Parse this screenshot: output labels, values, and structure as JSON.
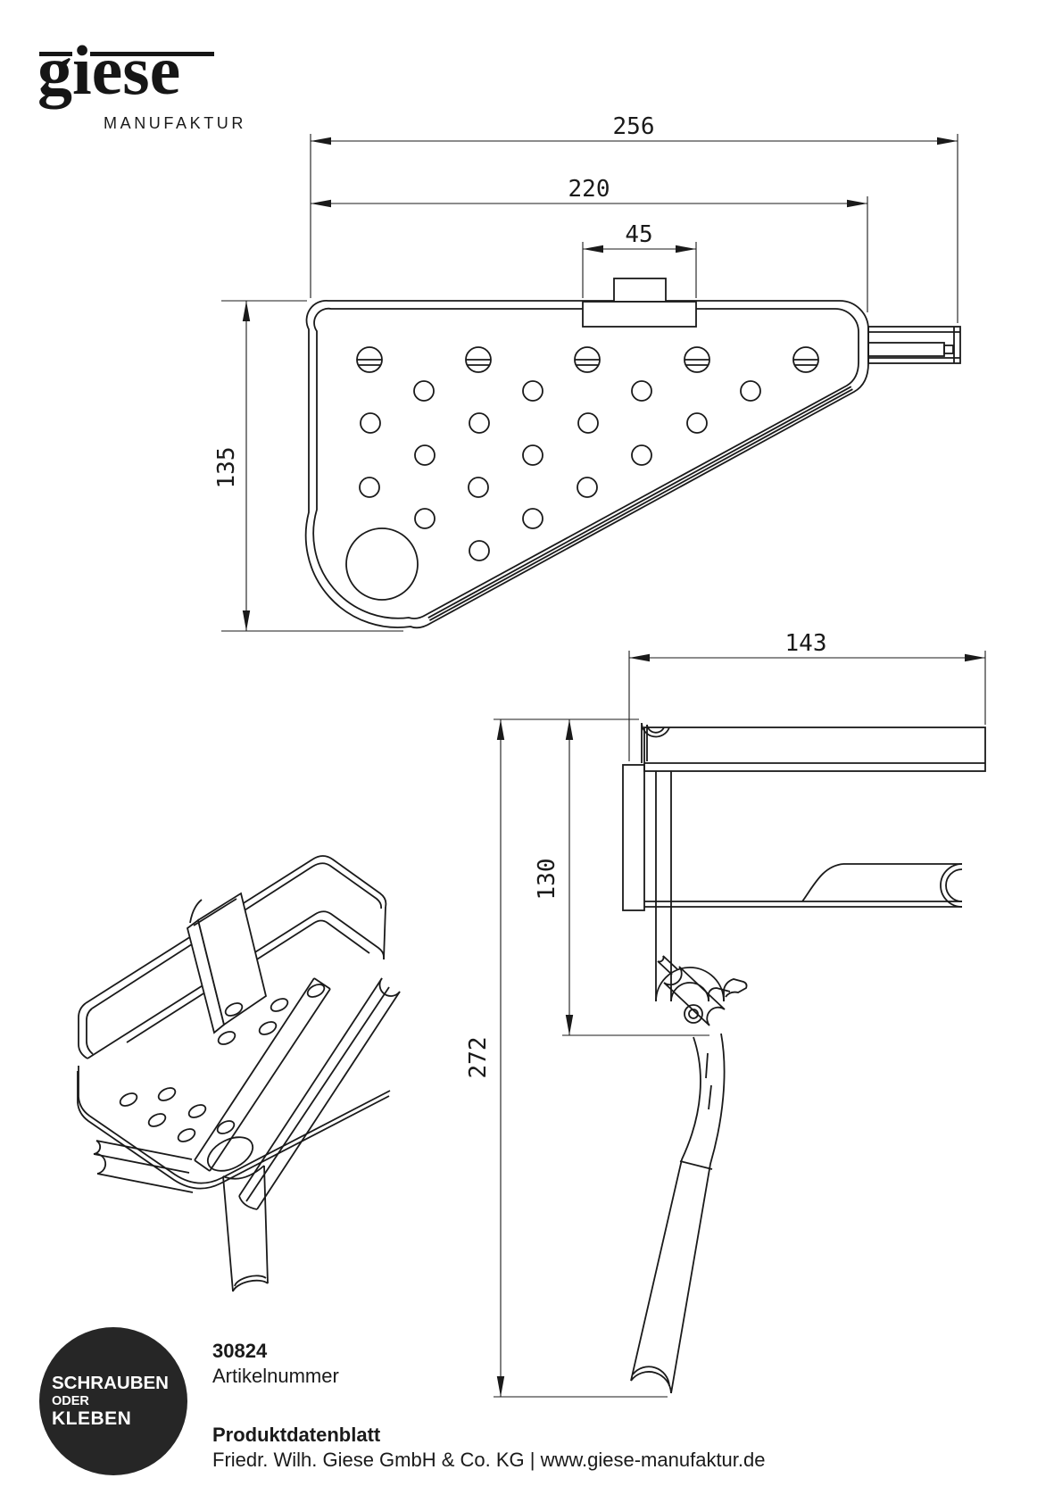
{
  "logo": {
    "brand": "giese",
    "subtitle": "MANUFAKTUR"
  },
  "dims": {
    "total_width": "256",
    "basket_width": "220",
    "clip_width": "45",
    "depth": "135",
    "side_depth": "143",
    "hook_height": "130",
    "total_height": "272"
  },
  "badge": {
    "line1": "SCHRAUBEN",
    "line2": "ODER",
    "line3": "KLEBEN",
    "bg": "#262626",
    "fg": "#ffffff"
  },
  "footer": {
    "article_number": "30824",
    "article_label": "Artikelnummer",
    "sheet_title": "Produktdatenblatt",
    "company_line": "Friedr. Wilh. Giese GmbH & Co. KG | www.giese-manufaktur.de"
  },
  "colors": {
    "line": "#1a1a1a",
    "badge_bg": "#262626"
  }
}
